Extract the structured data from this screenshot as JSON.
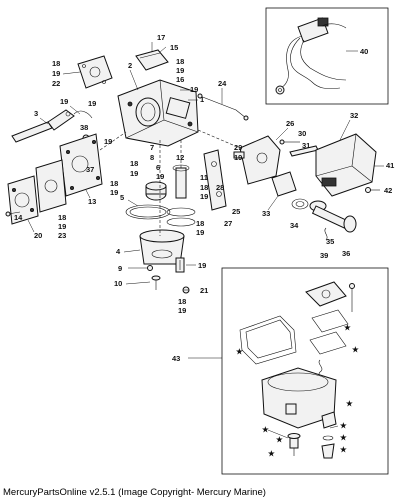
{
  "caption": "MercuryPartsOnline v2.5.1 (Image Copyright- Mercury Marine)",
  "callouts": {
    "c1": "1",
    "c2": "2",
    "c3": "3",
    "c4": "4",
    "c5": "5",
    "c6": "6",
    "c7": "7",
    "c8": "8",
    "c9": "9",
    "c10": "10",
    "c11": "11",
    "c12": "12",
    "c13": "13",
    "c14": "14",
    "c15": "15",
    "c16": "16",
    "c17": "17",
    "c18": "18",
    "c19": "19",
    "c20": "20",
    "c21": "21",
    "c22": "22",
    "c23": "23",
    "c24": "24",
    "c25": "25",
    "c26": "26",
    "c27": "27",
    "c28": "28",
    "c29": "29",
    "c30": "30",
    "c31": "31",
    "c32": "32",
    "c33": "33",
    "c34": "34",
    "c35": "35",
    "c36": "36",
    "c37": "37",
    "c38": "38",
    "c39": "39",
    "c40": "40",
    "c41": "41",
    "c42": "42",
    "c43": "43"
  },
  "symbols": {
    "star": "★"
  }
}
